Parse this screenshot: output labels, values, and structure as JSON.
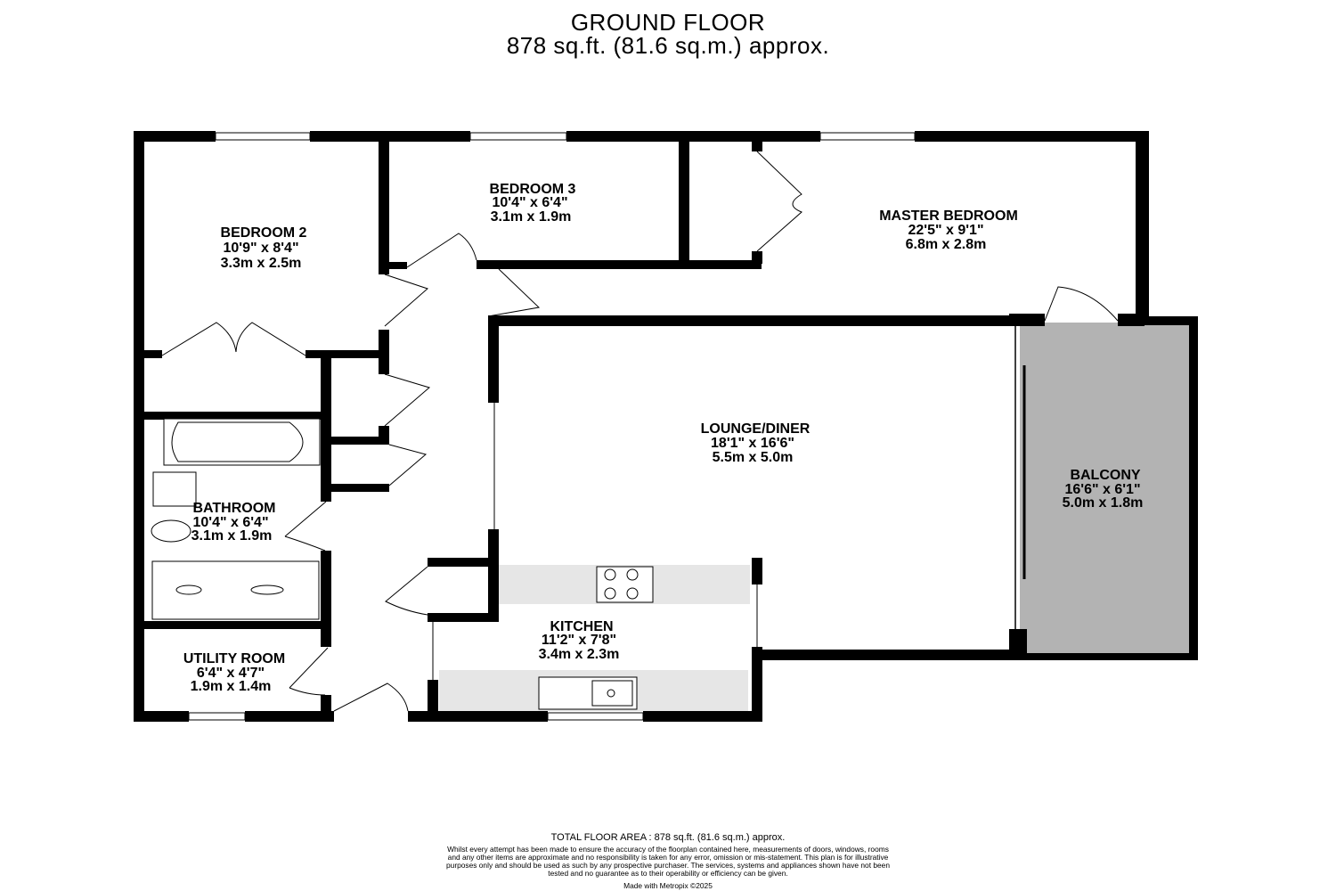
{
  "header": {
    "title": "GROUND FLOOR",
    "subtitle": "878 sq.ft. (81.6 sq.m.) approx."
  },
  "rooms": {
    "bedroom2": {
      "name": "BEDROOM 2",
      "imperial": "10'9\"  x 8'4\"",
      "metric": "3.3m  x 2.5m"
    },
    "bedroom3": {
      "name": "BEDROOM 3",
      "imperial": "10'4\"  x 6'4\"",
      "metric": "3.1m  x 1.9m"
    },
    "master": {
      "name": "MASTER BEDROOM",
      "imperial": "22'5\"  x 9'1\"",
      "metric": "6.8m  x 2.8m"
    },
    "lounge": {
      "name": "LOUNGE/DINER",
      "imperial": "18'1\"  x 16'6\"",
      "metric": "5.5m  x 5.0m"
    },
    "balcony": {
      "name": "BALCONY",
      "imperial": "16'6\"  x 6'1\"",
      "metric": "5.0m  x 1.8m"
    },
    "bathroom": {
      "name": "BATHROOM",
      "imperial": "10'4\"  x 6'4\"",
      "metric": "3.1m  x 1.9m"
    },
    "kitchen": {
      "name": "KITCHEN",
      "imperial": "11'2\"  x 7'8\"",
      "metric": "3.4m  x 2.3m"
    },
    "utility": {
      "name": "UTILITY ROOM",
      "imperial": "6'4\"  x 4'7\"",
      "metric": "1.9m  x 1.4m"
    }
  },
  "footer": {
    "total": "TOTAL FLOOR AREA : 878 sq.ft. (81.6 sq.m.) approx.",
    "disclaimer": "Whilst every attempt has been made to ensure the accuracy of the floorplan contained here, measurements of doors, windows, rooms and any other items are approximate and no responsibility is taken for any error, omission or mis-statement. This plan is for illustrative purposes only and should be used as such by any prospective purchaser. The services, systems and appliances shown have not been tested and no guarantee as to their operability or efficiency can be given.",
    "credit": "Made with Metropix ©2025"
  },
  "colors": {
    "wall": "#000000",
    "balcony_fill": "#b3b3b3",
    "worktop_fill": "#e6e6e6",
    "background": "#ffffff"
  }
}
